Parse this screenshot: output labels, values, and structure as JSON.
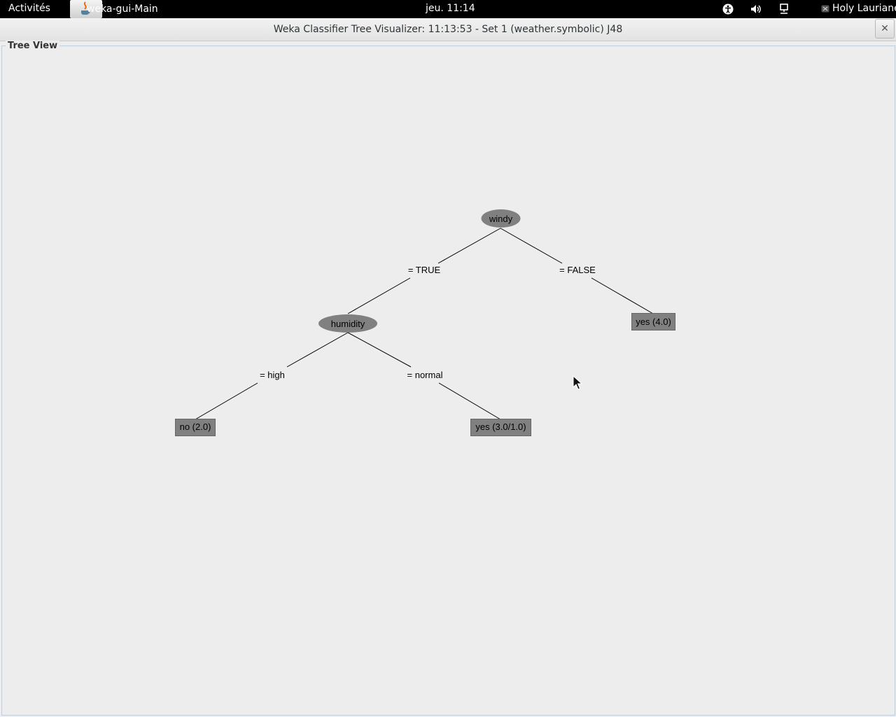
{
  "topbar": {
    "activities": "Activités",
    "app_name": "weka-gui-Main",
    "clock": "jeu. 11:14",
    "user": "Holy Lauriane",
    "tray_icons": [
      "accessibility-icon",
      "volume-icon",
      "network-icon"
    ]
  },
  "window": {
    "title": "Weka Classifier Tree Visualizer: 11:13:53 - Set 1 (weather.symbolic) J48",
    "close_glyph": "✕"
  },
  "panel": {
    "legend": "Tree View"
  },
  "tree": {
    "root": "windy",
    "branch_true": "= TRUE",
    "branch_false": "= FALSE",
    "node_humidity": "humidity",
    "leaf_false": "yes (4.0)",
    "branch_high": "= high",
    "branch_normal": "= normal",
    "leaf_high": "no (2.0)",
    "leaf_normal": "yes (3.0/1.0)"
  },
  "colors": {
    "node_fill": "#808080",
    "background": "#ededed"
  }
}
